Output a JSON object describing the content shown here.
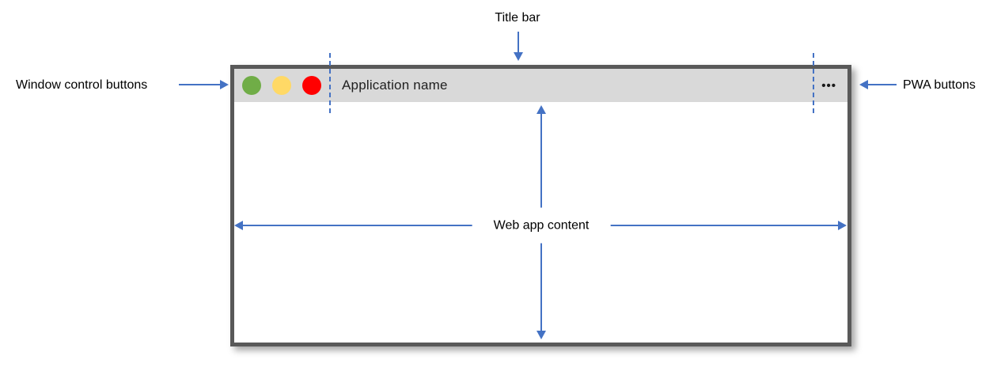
{
  "diagram": {
    "window": {
      "app_name": "Application name",
      "pwa_menu_glyph": "•••",
      "window_controls": [
        {
          "name": "green-control-circle",
          "color": "#70AD47"
        },
        {
          "name": "yellow-control-circle",
          "color": "#FFD966"
        },
        {
          "name": "red-control-circle",
          "color": "#FF0000"
        }
      ]
    },
    "annotations": {
      "title_bar_label": "Title bar",
      "window_controls_label": "Window control buttons",
      "pwa_buttons_label": "PWA buttons",
      "web_content_label": "Web app content"
    },
    "colors": {
      "annotation_blue": "#4472C4",
      "window_border_gray": "#595959",
      "titlebar_bg_gray": "#D9D9D9",
      "content_bg": "#FFFFFF"
    }
  }
}
